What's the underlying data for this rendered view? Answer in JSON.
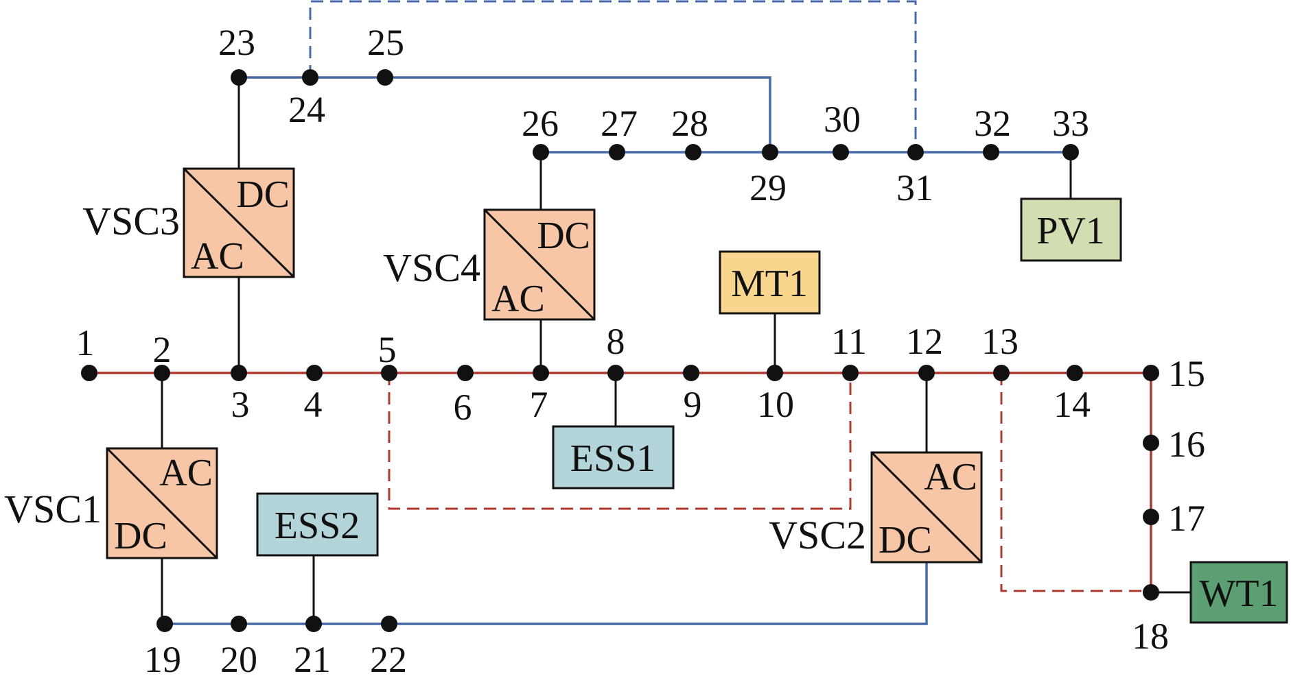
{
  "colors": {
    "ac_line": "#b03a30",
    "dc_line": "#4669a8",
    "black": "#111111",
    "converter_fill": "#f6c6a6",
    "ess_fill": "#b3d4d8",
    "mt_fill": "#f8d68e",
    "pv_fill": "#d2ddb2",
    "wt_fill": "#5b9f73"
  },
  "nodes": [
    {
      "id": "1",
      "label": "1"
    },
    {
      "id": "2",
      "label": "2"
    },
    {
      "id": "3",
      "label": "3"
    },
    {
      "id": "4",
      "label": "4"
    },
    {
      "id": "5",
      "label": "5"
    },
    {
      "id": "6",
      "label": "6"
    },
    {
      "id": "7",
      "label": "7"
    },
    {
      "id": "8",
      "label": "8"
    },
    {
      "id": "9",
      "label": "9"
    },
    {
      "id": "10",
      "label": "10"
    },
    {
      "id": "11",
      "label": "11"
    },
    {
      "id": "12",
      "label": "12"
    },
    {
      "id": "13",
      "label": "13"
    },
    {
      "id": "14",
      "label": "14"
    },
    {
      "id": "15",
      "label": "15"
    },
    {
      "id": "16",
      "label": "16"
    },
    {
      "id": "17",
      "label": "17"
    },
    {
      "id": "18",
      "label": "18"
    },
    {
      "id": "19",
      "label": "19"
    },
    {
      "id": "20",
      "label": "20"
    },
    {
      "id": "21",
      "label": "21"
    },
    {
      "id": "22",
      "label": "22"
    },
    {
      "id": "23",
      "label": "23"
    },
    {
      "id": "24",
      "label": "24"
    },
    {
      "id": "25",
      "label": "25"
    },
    {
      "id": "26",
      "label": "26"
    },
    {
      "id": "27",
      "label": "27"
    },
    {
      "id": "28",
      "label": "28"
    },
    {
      "id": "29",
      "label": "29"
    },
    {
      "id": "30",
      "label": "30"
    },
    {
      "id": "31",
      "label": "31"
    },
    {
      "id": "32",
      "label": "32"
    },
    {
      "id": "33",
      "label": "33"
    }
  ],
  "converters": [
    {
      "id": "VSC1",
      "label": "VSC1",
      "top_text": "AC",
      "bottom_text": "DC"
    },
    {
      "id": "VSC2",
      "label": "VSC2",
      "top_text": "AC",
      "bottom_text": "DC"
    },
    {
      "id": "VSC3",
      "label": "VSC3",
      "top_text": "DC",
      "bottom_text": "AC"
    },
    {
      "id": "VSC4",
      "label": "VSC4",
      "top_text": "DC",
      "bottom_text": "AC"
    }
  ],
  "devices": [
    {
      "id": "MT1",
      "label": "MT1",
      "type": "micro-turbine"
    },
    {
      "id": "ESS1",
      "label": "ESS1",
      "type": "energy-storage"
    },
    {
      "id": "ESS2",
      "label": "ESS2",
      "type": "energy-storage"
    },
    {
      "id": "PV1",
      "label": "PV1",
      "type": "photovoltaic"
    },
    {
      "id": "WT1",
      "label": "WT1",
      "type": "wind-turbine"
    }
  ],
  "lines": {
    "ac_main": {
      "type": "ac",
      "style": "solid",
      "from": "1",
      "to": "15"
    },
    "ac_feeder": {
      "type": "ac",
      "style": "solid",
      "from": "15",
      "to": "18"
    },
    "dc_lower": {
      "type": "dc",
      "style": "solid",
      "from": "19",
      "to": "VSC2"
    },
    "dc_upper": {
      "type": "dc",
      "style": "solid",
      "from": "23",
      "to": "29"
    },
    "dc_right": {
      "type": "dc",
      "style": "solid",
      "from": "26",
      "to": "33"
    },
    "tie_5_11": {
      "type": "ac",
      "style": "dashed",
      "from": "5",
      "to": "11"
    },
    "tie_13_18": {
      "type": "ac",
      "style": "dashed",
      "from": "13",
      "to": "18"
    },
    "tie_24_31": {
      "type": "dc",
      "style": "dashed",
      "from": "24",
      "to": "31"
    }
  }
}
